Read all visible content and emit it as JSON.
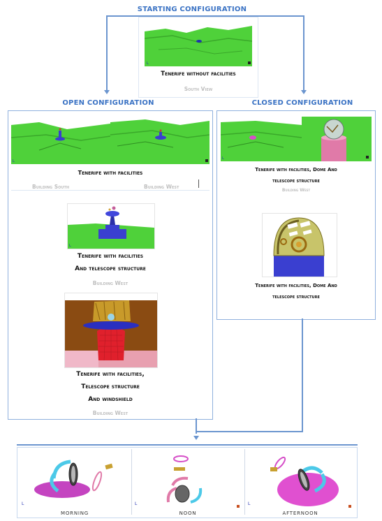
{
  "headers": {
    "starting": "STARTING CONFIGURATION",
    "open": "OPEN CONFIGURATION",
    "closed": "CLOSED CONFIGURATION"
  },
  "starting": {
    "caption": "Tenerife without facilities",
    "view": "South View"
  },
  "open": {
    "caption1": "Tenerife with facilities",
    "view1a": "Building South",
    "view1b": "Building West",
    "caption2_line1": "Tenerife with facilities",
    "caption2_line2": "And telescope structure",
    "view2": "Building West",
    "caption3_line1": "Tenerife with facilities,",
    "caption3_line2": "Telescope structure",
    "caption3_line3": "And windshield",
    "view3": "Building West"
  },
  "closed": {
    "caption1_line1": "Tenerife with facilities, Dome And",
    "caption1_line2": "telescope structure",
    "view1": "Building West",
    "caption2_line1": "Tenerife with facilities, Dome And",
    "caption2_line2": "telescope structure"
  },
  "bottom": {
    "labels": [
      "MORNING",
      "NOON",
      "AFTERNOON"
    ]
  },
  "colors": {
    "header_blue": "#3b73c4",
    "terrain_green": "#4fd13a",
    "structure_blue": "#3a3fd0",
    "structure_red": "#e8303c",
    "magenta": "#d64fc8",
    "cyan": "#4cc9e8"
  }
}
